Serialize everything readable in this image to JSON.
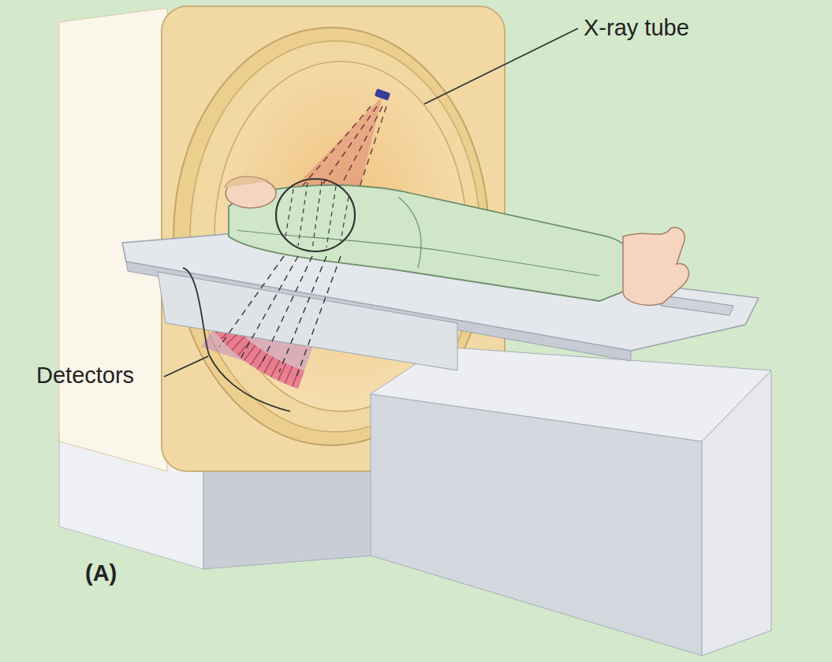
{
  "diagram": {
    "labels": [
      "X-ray tube",
      "Detectors",
      "(A)"
    ]
  }
}
